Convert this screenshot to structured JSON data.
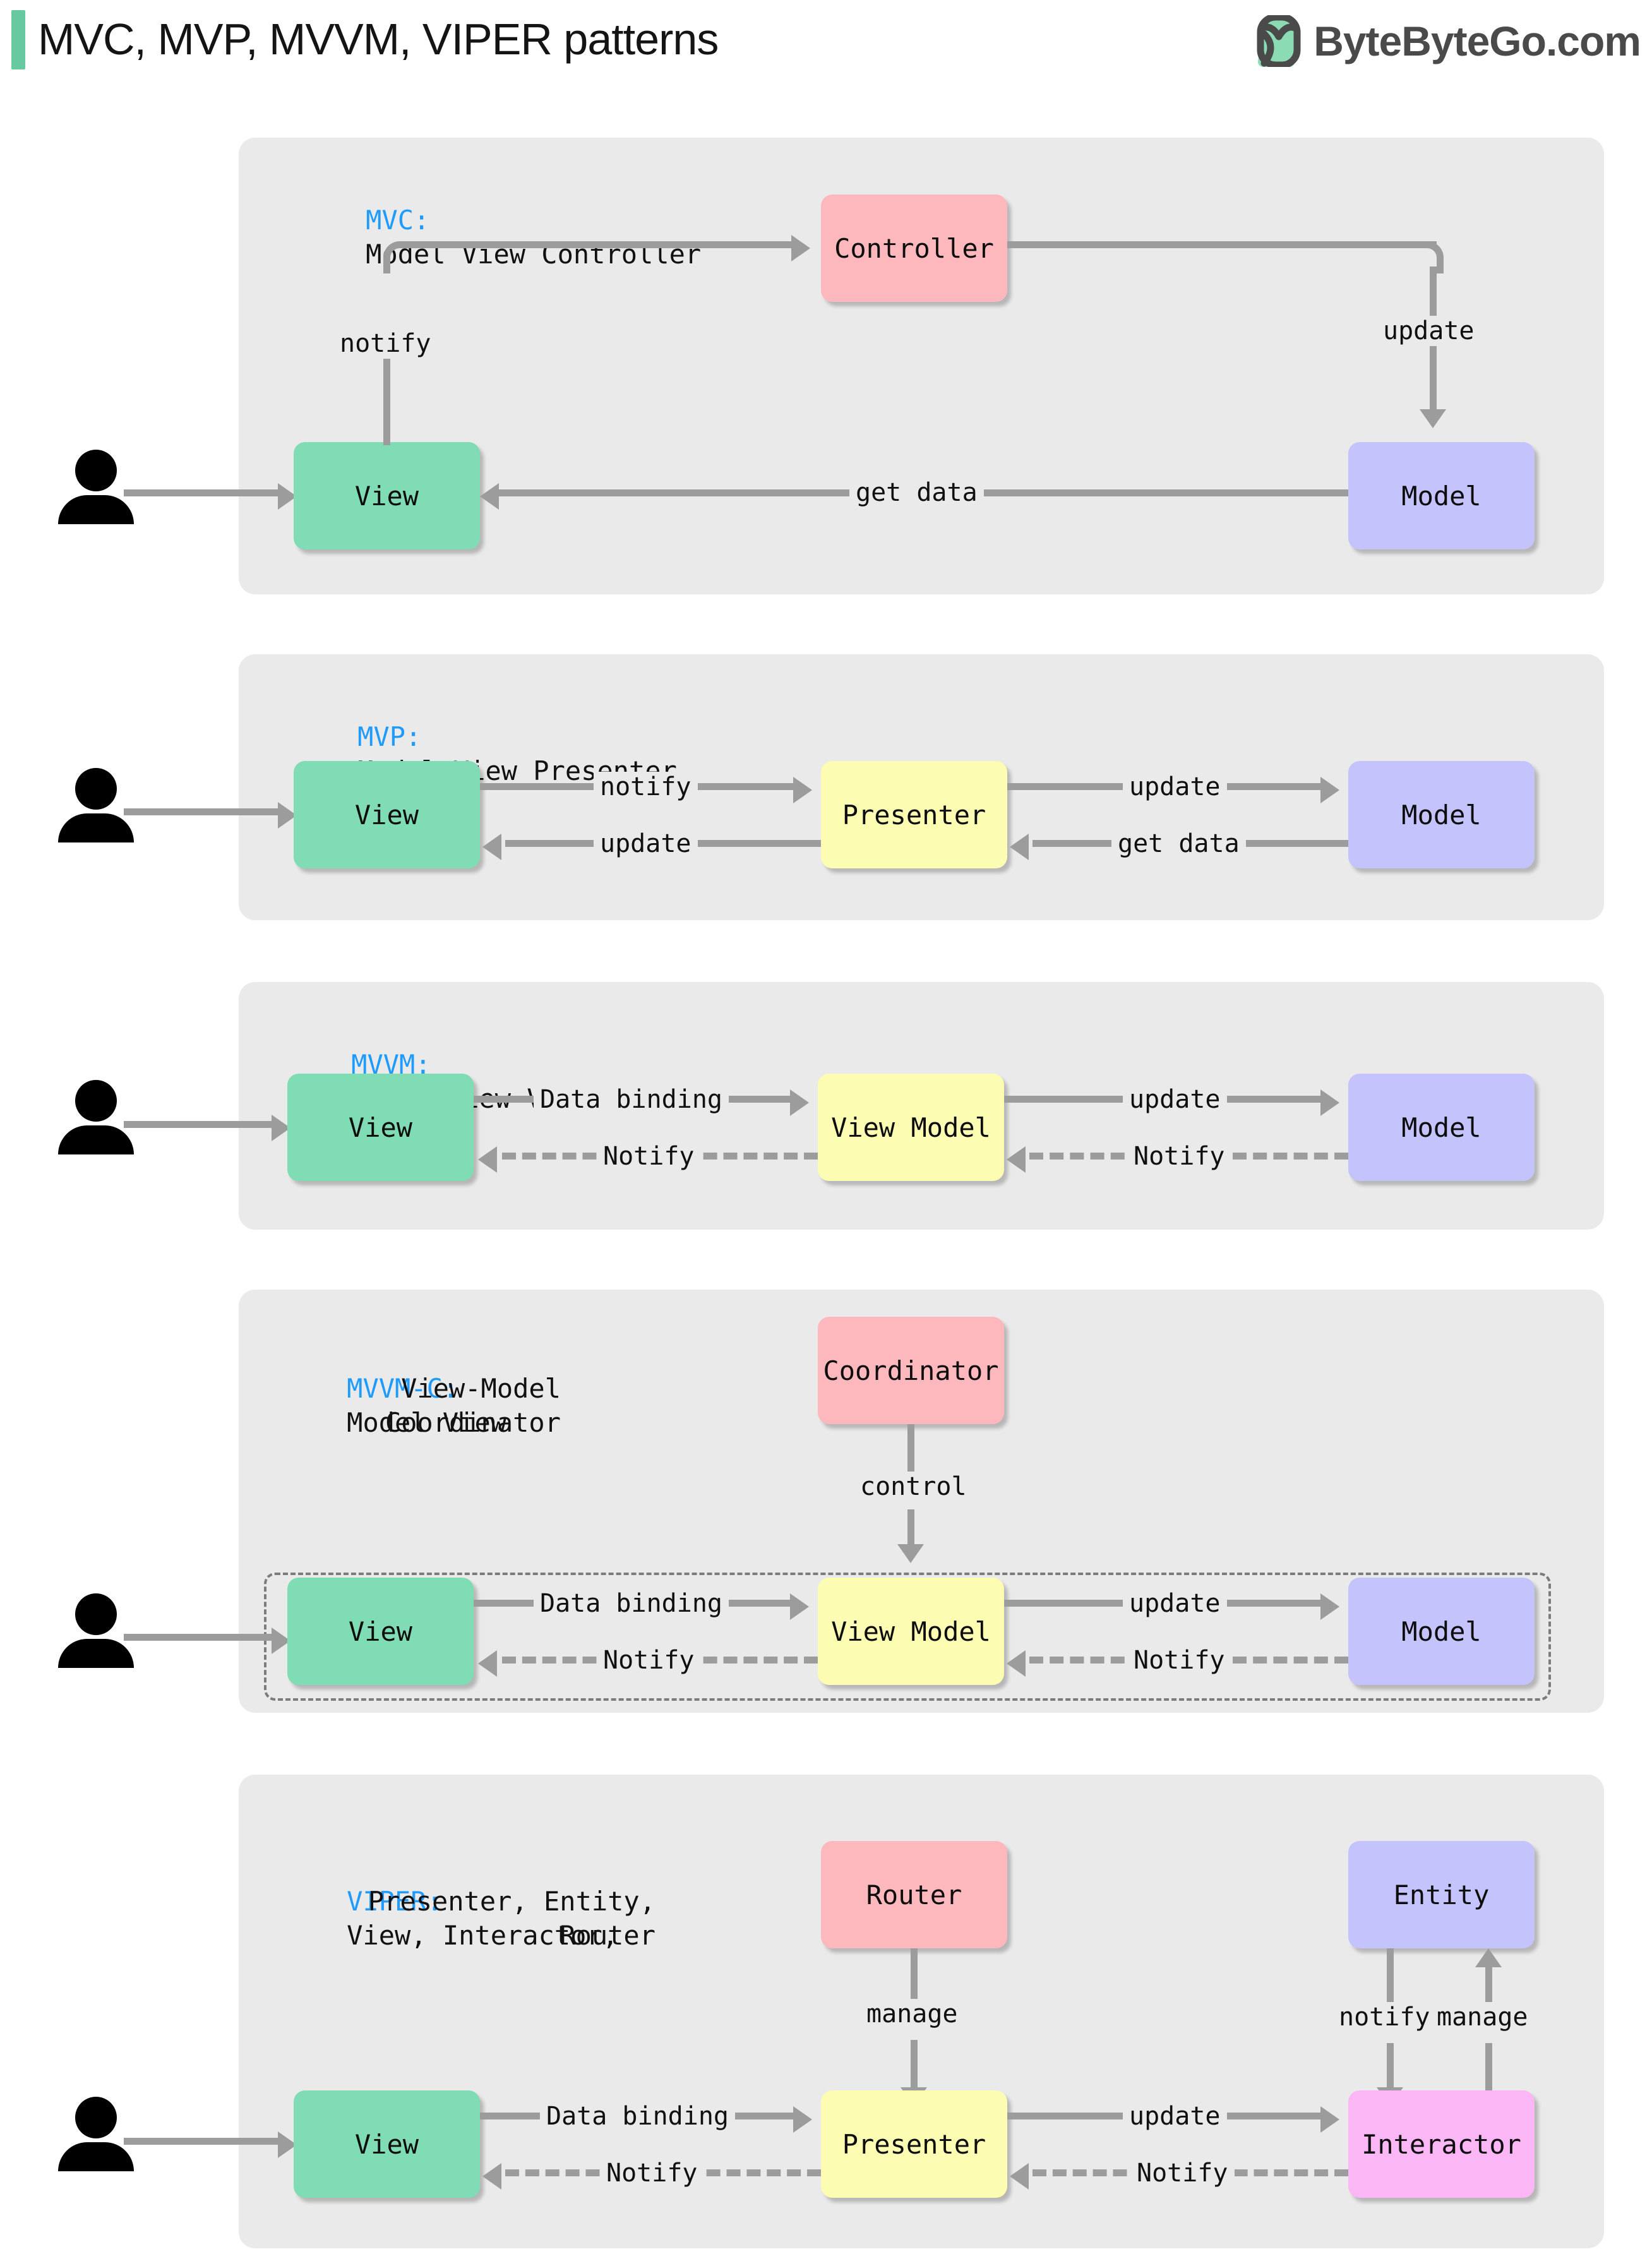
{
  "header": {
    "title": "MVC, MVP, MVVM, VIPER patterns",
    "brand": "ByteByteGo.com",
    "accent_color": "#68C8A0",
    "brand_color": "#4A4A4A"
  },
  "colors": {
    "panel_bg": "#EAEAEA",
    "view": "#7FDCB4",
    "presenter": "#FCFCB2",
    "model": "#C4C3FB",
    "controller": "#FCB8BD",
    "interactor": "#FBB6F6",
    "arrow": "#9C9C9C",
    "key_label": "#1E9BFB"
  },
  "sections": [
    {
      "key": "MVC:",
      "caption": "Model View Controller",
      "nodes": {
        "view": "View",
        "controller": "Controller",
        "model": "Model"
      },
      "edges": {
        "view_to_controller": "notify",
        "controller_to_model": "update",
        "model_to_view": "get data"
      }
    },
    {
      "key": "MVP:",
      "caption": "Model View Presenter",
      "nodes": {
        "view": "View",
        "presenter": "Presenter",
        "model": "Model"
      },
      "edges": {
        "view_to_presenter": "notify",
        "presenter_to_view": "update",
        "presenter_to_model": "update",
        "model_to_presenter": "get data"
      }
    },
    {
      "key": "MVVM:",
      "caption": "Model View View-Model",
      "nodes": {
        "view": "View",
        "viewmodel": "View Model",
        "model": "Model"
      },
      "edges": {
        "view_to_viewmodel": "Data binding",
        "viewmodel_to_view": "Notify",
        "viewmodel_to_model": "update",
        "model_to_viewmodel": "Notify"
      }
    },
    {
      "key": "MVVM-C:",
      "caption_line1": "Model View",
      "caption_line2": "View-Model",
      "caption_line3": "Coordinator",
      "nodes": {
        "coordinator": "Coordinator",
        "view": "View",
        "viewmodel": "View Model",
        "model": "Model"
      },
      "edges": {
        "coordinator_to_group": "control",
        "view_to_viewmodel": "Data binding",
        "viewmodel_to_view": "Notify",
        "viewmodel_to_model": "update",
        "model_to_viewmodel": "Notify"
      }
    },
    {
      "key": "VIPER:",
      "caption_line1": "View, Interactor,",
      "caption_line2": "Presenter, Entity,",
      "caption_line3": "Router",
      "nodes": {
        "router": "Router",
        "entity": "Entity",
        "view": "View",
        "presenter": "Presenter",
        "interactor": "Interactor"
      },
      "edges": {
        "router_to_presenter": "manage",
        "view_to_presenter": "Data binding",
        "presenter_to_view": "Notify",
        "presenter_to_interactor": "update",
        "interactor_to_presenter": "Notify",
        "entity_to_interactor": "notify",
        "interactor_to_entity": "manage"
      }
    }
  ]
}
